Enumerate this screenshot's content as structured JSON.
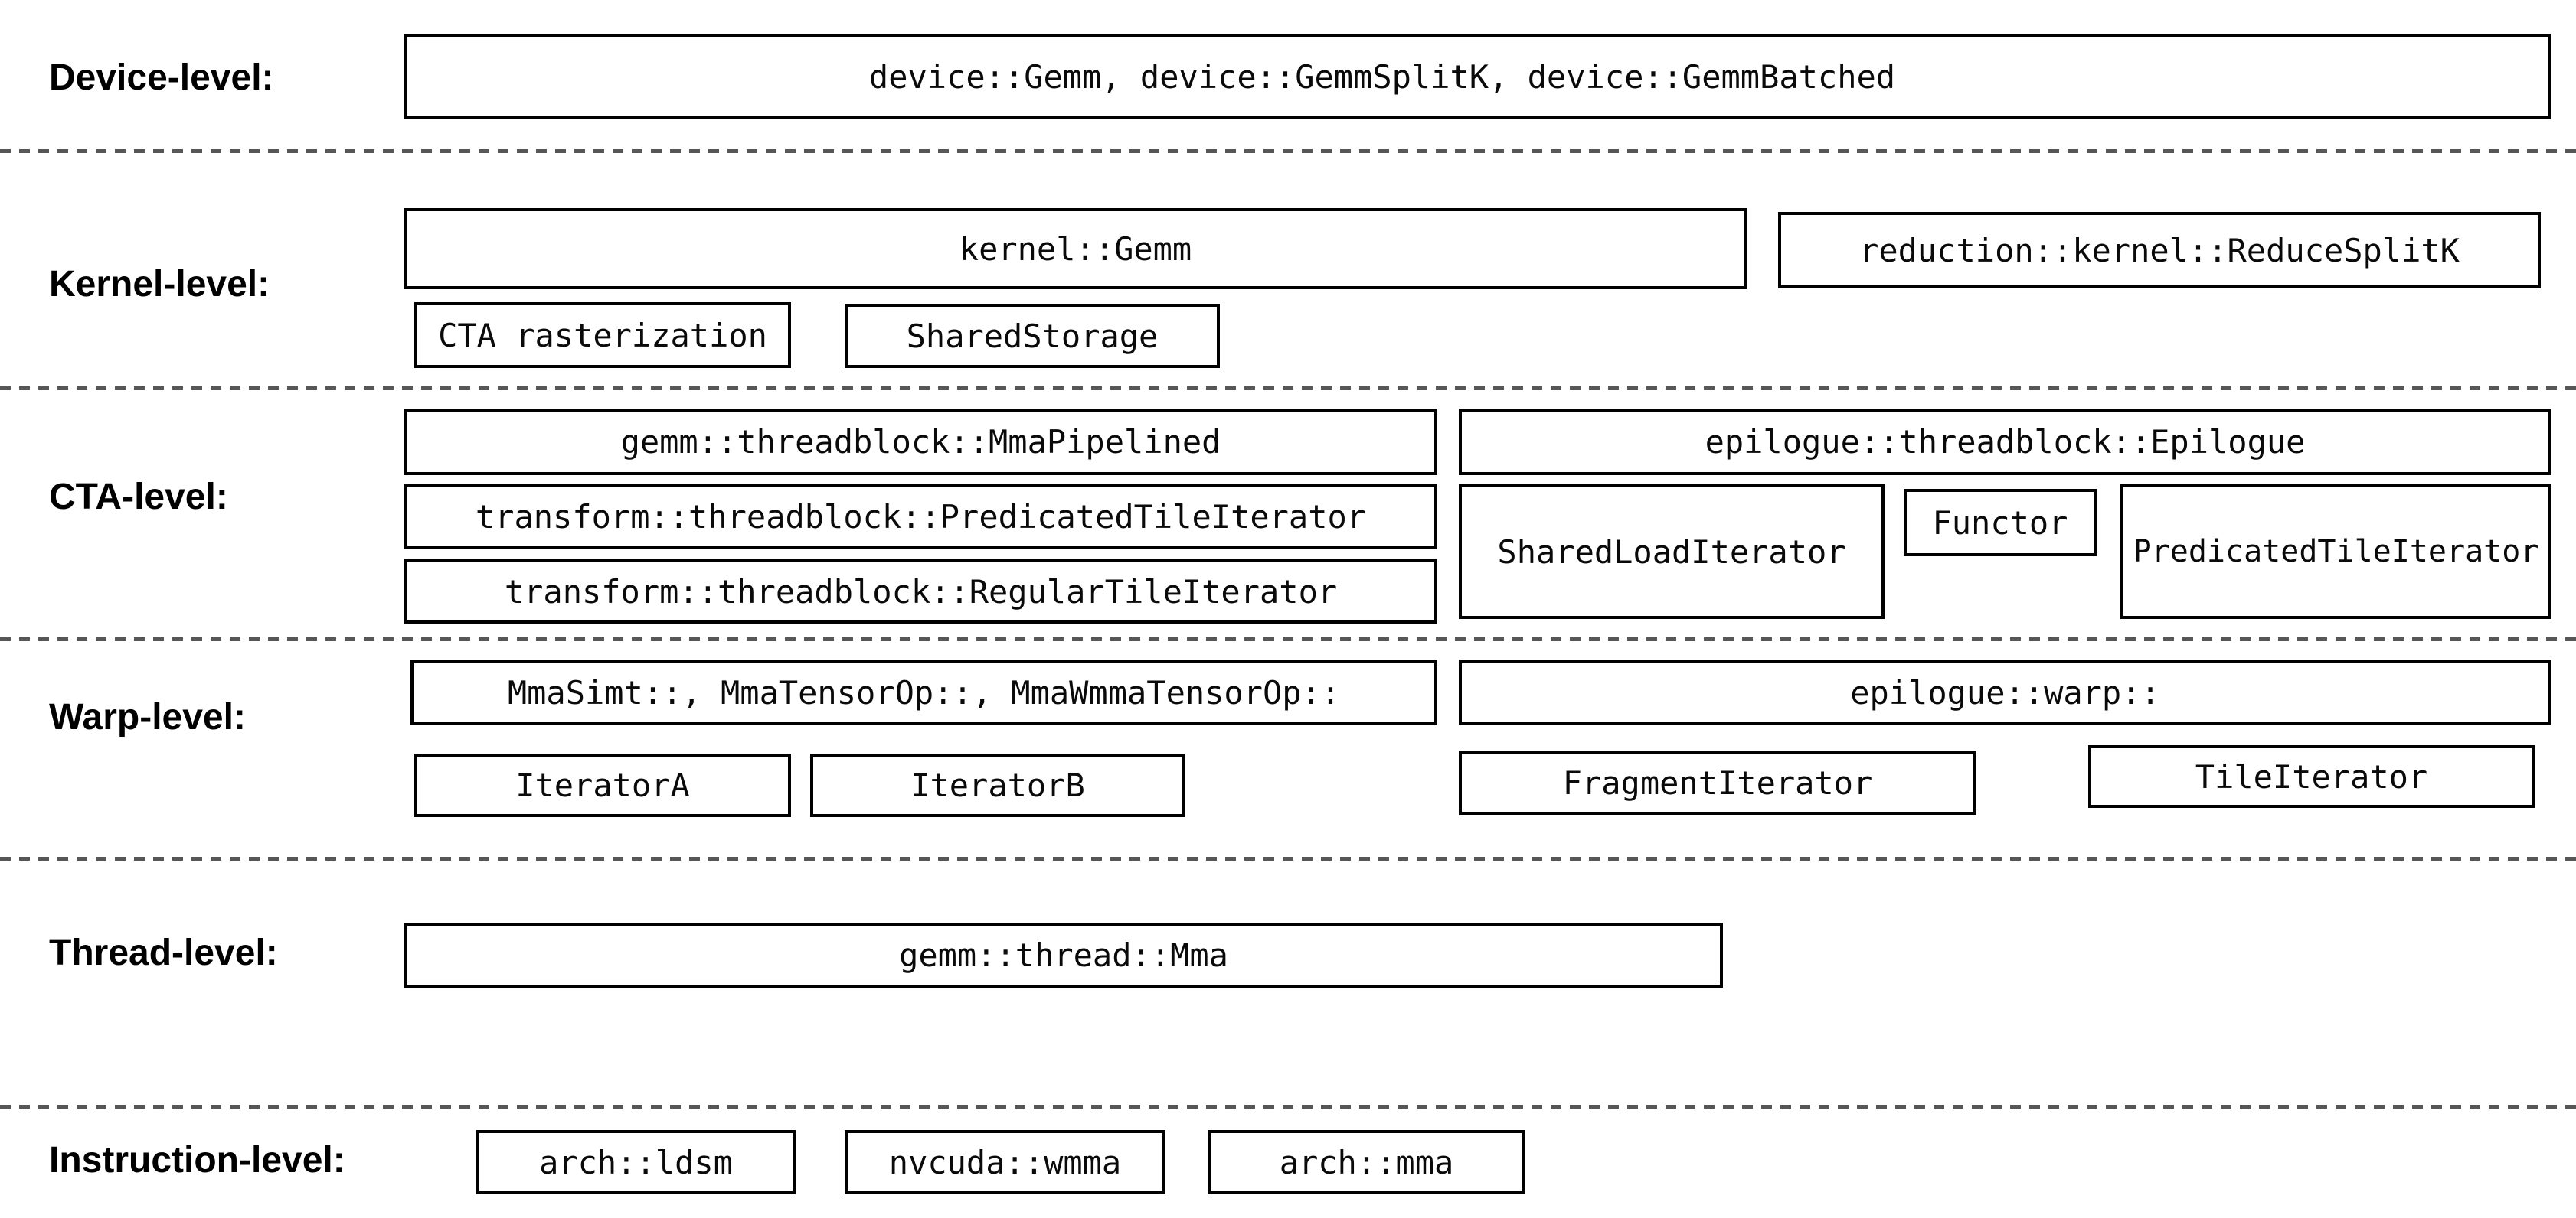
{
  "colors": {
    "background": "#ffffff",
    "box_border": "#000000",
    "text": "#0a0a0a",
    "separator": "#575757"
  },
  "levels": {
    "device": {
      "label": "Device-level:",
      "apis": "device::Gemm, device::GemmSplitK, device::GemmBatched"
    },
    "kernel": {
      "label": "Kernel-level:",
      "kernel_gemm": "kernel::Gemm",
      "reduce_splitk": "reduction::kernel::ReduceSplitK",
      "cta_rasterization": "CTA rasterization",
      "shared_storage": "SharedStorage"
    },
    "cta": {
      "label": "CTA-level:",
      "mma_pipelined": "gemm::threadblock::MmaPipelined",
      "predicated_tile_iterator": "transform::threadblock::PredicatedTileIterator",
      "regular_tile_iterator": "transform::threadblock::RegularTileIterator",
      "epilogue": "epilogue::threadblock::Epilogue",
      "shared_load_iterator": "SharedLoadIterator",
      "functor": "Functor",
      "epilogue_predicated_tile_iterator": "PredicatedTileIterator"
    },
    "warp": {
      "label": "Warp-level:",
      "mma_ops": "MmaSimt::, MmaTensorOp::, MmaWmmaTensorOp::",
      "iterator_a": "IteratorA",
      "iterator_b": "IteratorB",
      "epilogue_warp": "epilogue::warp::",
      "fragment_iterator": "FragmentIterator",
      "tile_iterator": "TileIterator"
    },
    "thread": {
      "label": "Thread-level:",
      "mma": "gemm::thread::Mma"
    },
    "instruction": {
      "label": "Instruction-level:",
      "arch_ldsm": "arch::ldsm",
      "nvcuda_wmma": "nvcuda::wmma",
      "arch_mma": "arch::mma"
    }
  }
}
